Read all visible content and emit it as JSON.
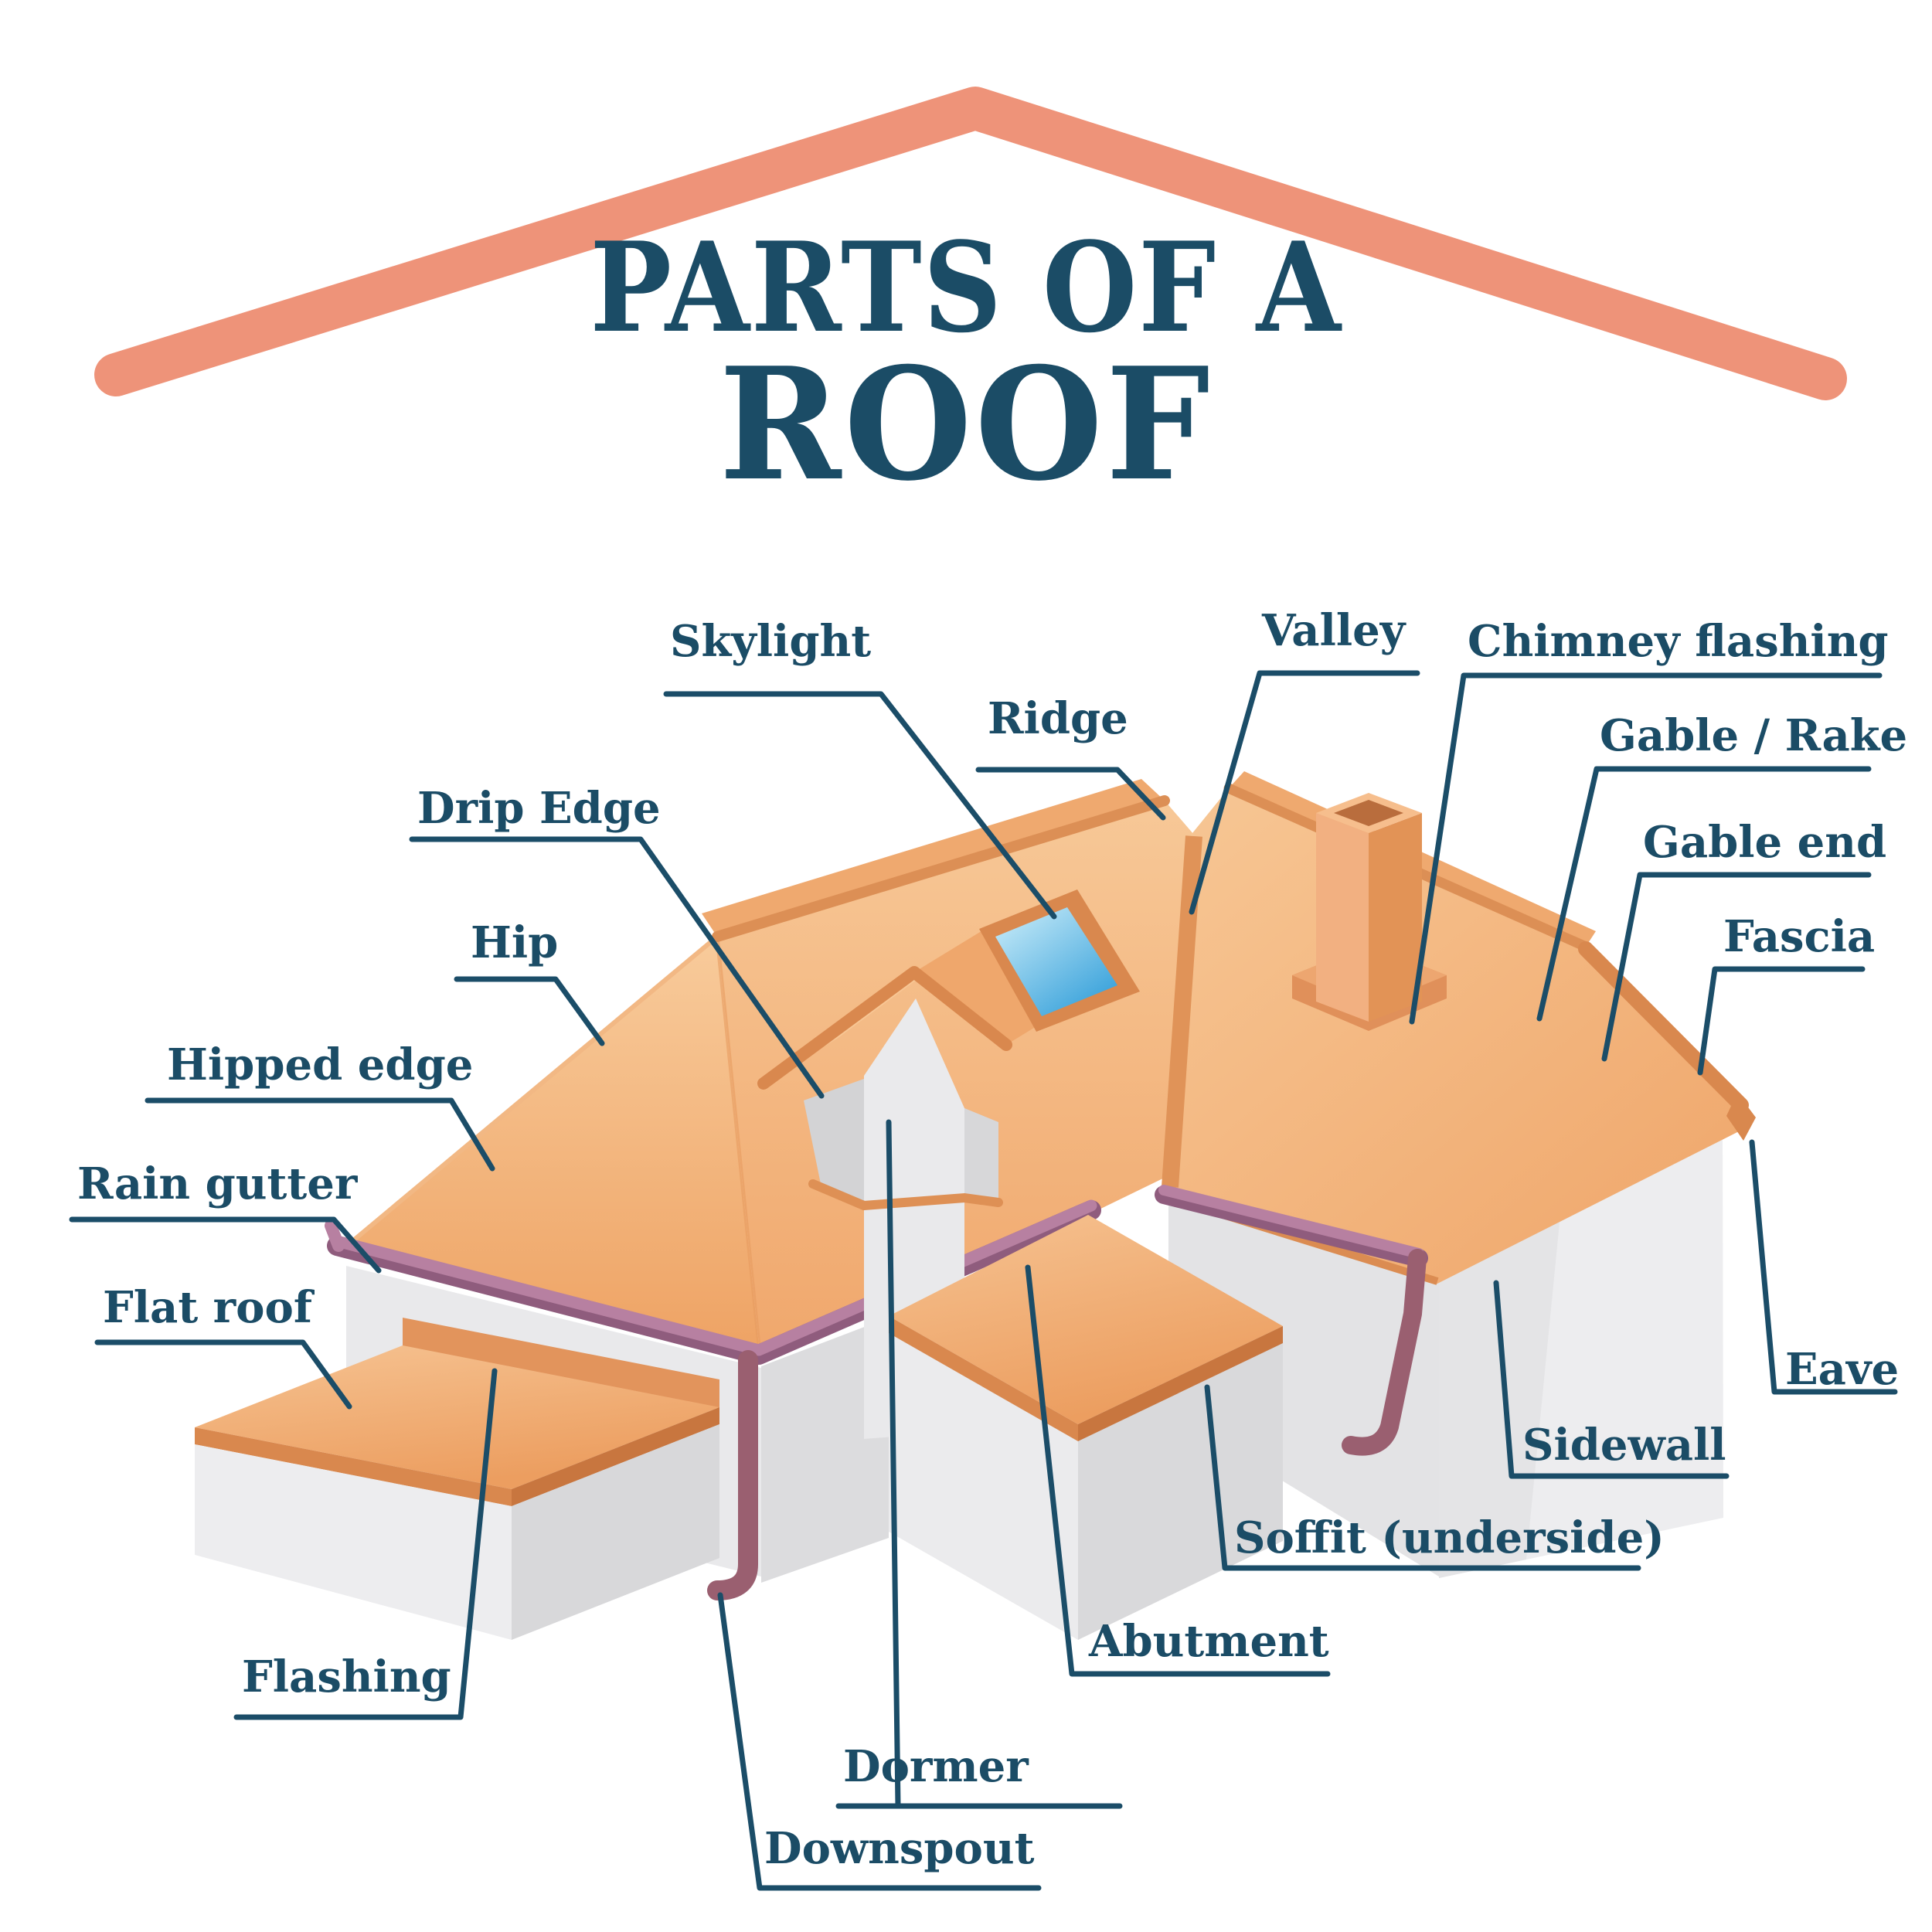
{
  "title": {
    "line1": "PARTS OF A",
    "line2": "ROOF"
  },
  "labels": [
    {
      "id": "skylight",
      "text": "Skylight"
    },
    {
      "id": "ridge",
      "text": "Ridge"
    },
    {
      "id": "valley",
      "text": "Valley"
    },
    {
      "id": "chimney_flashing",
      "text": "Chimney flashing"
    },
    {
      "id": "gable_rake",
      "text": "Gable / Rake"
    },
    {
      "id": "gable_end",
      "text": "Gable end"
    },
    {
      "id": "fascia",
      "text": "Fascia"
    },
    {
      "id": "eave",
      "text": "Eave"
    },
    {
      "id": "sidewall",
      "text": "Sidewall"
    },
    {
      "id": "soffit",
      "text": "Soffit (underside)"
    },
    {
      "id": "abutment",
      "text": "Abutment"
    },
    {
      "id": "dormer",
      "text": "Dormer"
    },
    {
      "id": "downspout",
      "text": "Downspout"
    },
    {
      "id": "flashing",
      "text": "Flashing"
    },
    {
      "id": "flat_roof",
      "text": "Flat roof"
    },
    {
      "id": "rain_gutter",
      "text": "Rain gutter"
    },
    {
      "id": "hipped_edge",
      "text": "Hipped edge"
    },
    {
      "id": "hip",
      "text": "Hip"
    },
    {
      "id": "drip_edge",
      "text": "Drip Edge"
    }
  ],
  "icons": {
    "chevron": "roof-chevron-icon",
    "house": "house-illustration"
  },
  "colors": {
    "accent_salmon": "#EE9379",
    "text_navy": "#1B4C66",
    "leader_navy": "#1B4D68",
    "roof_light": "#F8C998",
    "roof_mid": "#F2B07A",
    "roof_dark": "#EFA265",
    "trim_orange": "#D9884E",
    "wall_light": "#EDEDEF",
    "wall_mid": "#E3E3E5",
    "wall_dark": "#D8D8DA",
    "gutter_mauve": "#B780A1",
    "gutter_shadow": "#8F5C7D",
    "downspout_wine": "#9A5F70",
    "skylight_blue": "#41A9DF",
    "skylight_light": "#CFEFFA"
  }
}
